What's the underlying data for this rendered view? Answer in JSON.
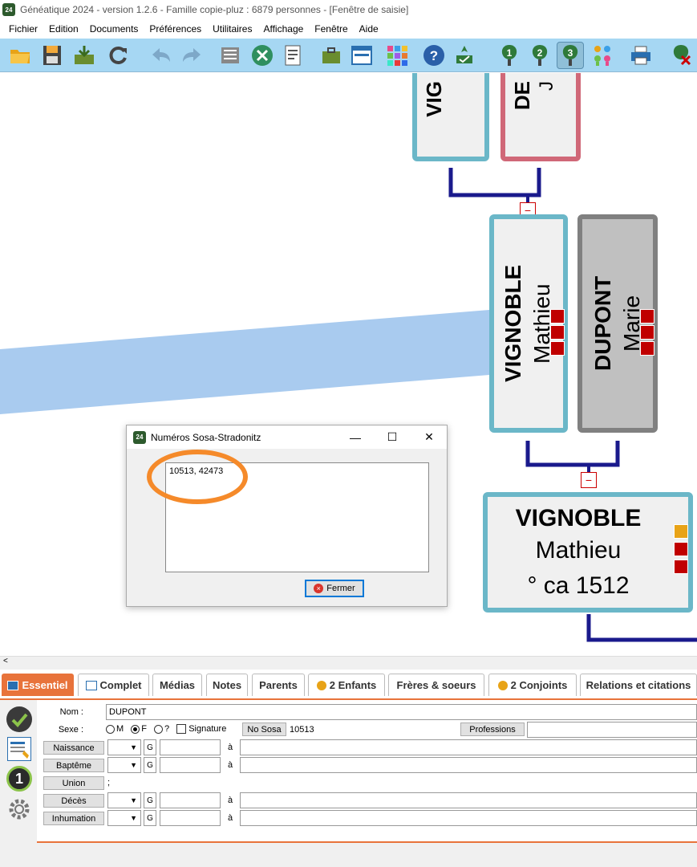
{
  "window": {
    "title": "Généatique 2024 - version 1.2.6 - Famille copie-pluz : 6879 personnes - [Fenêtre de saisie]",
    "logo_text": "24"
  },
  "menu": [
    "Fichier",
    "Edition",
    "Documents",
    "Préférences",
    "Utilitaires",
    "Affichage",
    "Fenêtre",
    "Aide"
  ],
  "toolbar": {
    "icons": [
      "open-folder-icon",
      "save-icon",
      "import-icon",
      "refresh-icon",
      "undo-icon",
      "redo-icon",
      "print-list-icon",
      "tools-icon",
      "document-icon",
      "briefcase-icon",
      "window-icon",
      "grid-icon",
      "help-icon",
      "tree-check-icon",
      "tree-1-icon",
      "tree-2-icon",
      "tree-3-icon",
      "people-icon",
      "printer-icon",
      "tree-settings-icon"
    ],
    "tree_labels": [
      "1",
      "2",
      "3"
    ]
  },
  "tree": {
    "top_left": {
      "surname": "VIG",
      "color": "#6bb7c8"
    },
    "top_right": {
      "surname": "DE",
      "given": "J",
      "color": "#d06878"
    },
    "father": {
      "surname": "VIGNOBLE",
      "given": "Mathieu",
      "color": "#6bb7c8"
    },
    "mother": {
      "surname": "DUPONT",
      "given": "Marie",
      "color": "#808080"
    },
    "child": {
      "surname": "VIGNOBLE",
      "given": "Mathieu",
      "birth": "° ca 1512",
      "color": "#6bb7c8"
    },
    "collapse_symbol": "−"
  },
  "dialog": {
    "title": "Numéros Sosa-Stradonitz",
    "numbers": "10513, 42473",
    "close_label": "Fermer",
    "minimize": "—",
    "maximize": "☐",
    "close": "✕"
  },
  "scroll": {
    "left_arrow": "<"
  },
  "tabs": [
    {
      "label": "Essentiel",
      "active": true
    },
    {
      "label": "Complet"
    },
    {
      "label": "Médias"
    },
    {
      "label": "Notes"
    },
    {
      "label": "Parents"
    },
    {
      "label": "2 Enfants"
    },
    {
      "label": "Frères & soeurs"
    },
    {
      "label": "2 Conjoints"
    },
    {
      "label": "Relations et citations"
    }
  ],
  "form": {
    "nom_label": "Nom :",
    "nom_value": "DUPONT",
    "sexe_label": "Sexe :",
    "sexe_options": [
      "M",
      "F",
      "?"
    ],
    "sexe_selected": "F",
    "signature_label": "Signature",
    "nososa_label": "No Sosa",
    "nososa_value": "10513",
    "professions_label": "Professions",
    "events": [
      {
        "label": "Naissance",
        "g": "G",
        "a": "à"
      },
      {
        "label": "Baptême",
        "g": "G",
        "a": "à"
      },
      {
        "label": "Union",
        "value": ";"
      },
      {
        "label": "Décès",
        "g": "G",
        "a": "à"
      },
      {
        "label": "Inhumation",
        "g": "G",
        "a": "à"
      }
    ],
    "side_number": "1"
  },
  "colors": {
    "toolbar_bg": "#a6d7f3",
    "accent": "#e8733b",
    "highlight_ring": "#f58a2a",
    "line_blue": "#1a1a8c",
    "link_band": "#a9cbef"
  }
}
